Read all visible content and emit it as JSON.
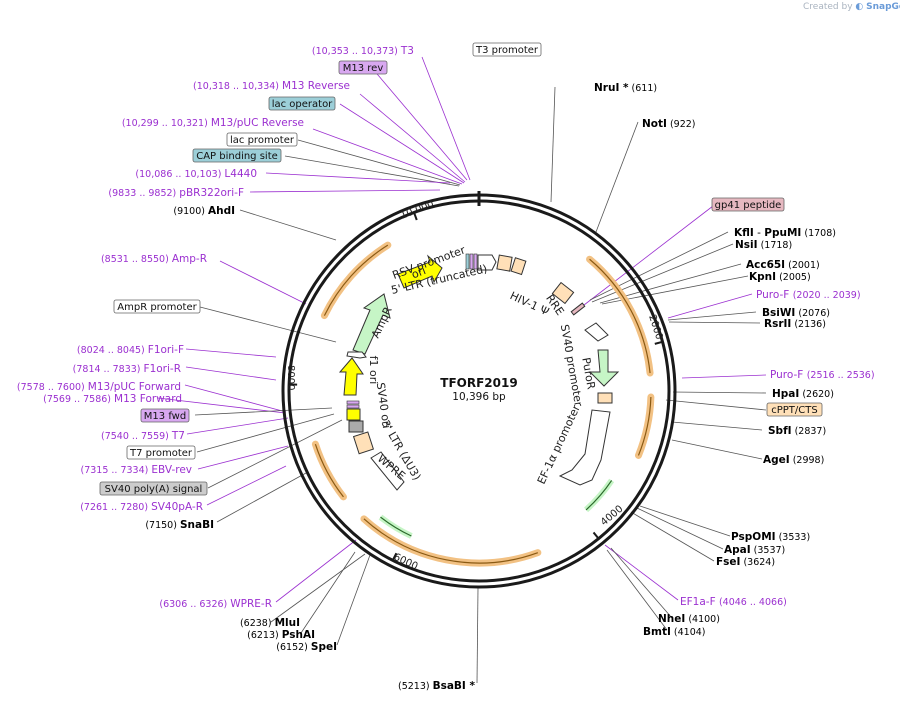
{
  "credit": {
    "prefix": "Created by",
    "brand": "SnapGene"
  },
  "plasmid": {
    "name": "TFORF2019",
    "size": "10,396 bp"
  },
  "ruler": [
    "2000",
    "4000",
    "6000",
    "8000",
    "10,000"
  ],
  "features": {
    "rsv_promoter": "RSV promoter",
    "ltr5": "5' LTR (truncated)",
    "hiv_psi": "HIV-1 Ψ",
    "rre": "RRE",
    "puror": "PuroR",
    "sv40_promoter": "SV40 promoter",
    "ef1a_promoter": "EF-1α promoter",
    "wpre": "WPRE",
    "ltr3": "3' LTR (ΔU3)",
    "sv40_ori": "SV40 ori",
    "f1_ori": "f1 ori",
    "ampr": "AmpR",
    "ori": "ori"
  },
  "sites_right": [
    {
      "name": "NruI *",
      "pos": "(611)"
    },
    {
      "name": "NotI",
      "pos": "(922)"
    },
    {
      "name": "KflI",
      "sep": " - ",
      "name2": "PpuMI",
      "pos": "(1708)"
    },
    {
      "name": "NsiI",
      "pos": "(1718)"
    },
    {
      "name": "Acc65I",
      "pos": "(2001)"
    },
    {
      "name": "KpnI",
      "pos": "(2005)"
    },
    {
      "name": "BsiWI",
      "pos": "(2076)"
    },
    {
      "name": "RsrII",
      "pos": "(2136)"
    },
    {
      "name": "HpaI",
      "pos": "(2620)"
    },
    {
      "name": "SbfI",
      "pos": "(2837)"
    },
    {
      "name": "AgeI",
      "pos": "(2998)"
    },
    {
      "name": "PspOMI",
      "pos": "(3533)"
    },
    {
      "name": "ApaI",
      "pos": "(3537)"
    },
    {
      "name": "FseI",
      "pos": "(3624)"
    },
    {
      "name": "NheI",
      "pos": "(4100)"
    },
    {
      "name": "BmtI",
      "pos": "(4104)"
    }
  ],
  "sites_left": [
    {
      "name": "AhdI",
      "pos": "(9100)"
    },
    {
      "name": "SnaBI",
      "pos": "(7150)"
    },
    {
      "name": "MluI",
      "pos": "(6238)"
    },
    {
      "name": "PshAI",
      "pos": "(6213)"
    },
    {
      "name": "SpeI",
      "pos": "(6152)"
    },
    {
      "name": "BsaBI *",
      "pos": "(5213)"
    }
  ],
  "primers": [
    {
      "name": "T3",
      "pos": "(10,353 .. 10,373)"
    },
    {
      "name": "M13 Reverse",
      "pos": "(10,318 .. 10,334)"
    },
    {
      "name": "M13/pUC Reverse",
      "pos": "(10,299 .. 10,321)"
    },
    {
      "name": "L4440",
      "pos": "(10,086 .. 10,103)"
    },
    {
      "name": "pBR322ori-F",
      "pos": "(9833 .. 9852)"
    },
    {
      "name": "Amp-R",
      "pos": "(8531 .. 8550)"
    },
    {
      "name": "F1ori-F",
      "pos": "(8024 .. 8045)"
    },
    {
      "name": "F1ori-R",
      "pos": "(7814 .. 7833)"
    },
    {
      "name": "M13/pUC Forward",
      "pos": "(7578 .. 7600)"
    },
    {
      "name": "M13 Forward",
      "pos": "(7569 .. 7586)"
    },
    {
      "name": "T7",
      "pos": "(7540 .. 7559)"
    },
    {
      "name": "EBV-rev",
      "pos": "(7315 .. 7334)"
    },
    {
      "name": "SV40pA-R",
      "pos": "(7261 .. 7280)"
    },
    {
      "name": "WPRE-R",
      "pos": "(6306 .. 6326)"
    },
    {
      "name": "Puro-F",
      "pos": "(2020 .. 2039)"
    },
    {
      "name": "Puro-F",
      "pos": "(2516 .. 2536)"
    },
    {
      "name": "EF1a-F",
      "pos": "(4046 .. 4066)"
    }
  ],
  "boxes": {
    "t3_promoter": "T3 promoter",
    "m13_rev": "M13 rev",
    "lac_operator": "lac operator",
    "lac_promoter": "lac promoter",
    "cap_site": "CAP binding site",
    "gp41": "gp41 peptide",
    "cppt": "cPPT/CTS",
    "ampr_promoter": "AmpR promoter",
    "m13_fwd": "M13 fwd",
    "t7_promoter": "T7 promoter",
    "sv40_polya": "SV40 poly(A) signal"
  },
  "colors": {
    "primer": "#9b30d0",
    "site": "#000000",
    "backbone": "#1a1a1a",
    "leader": "#555555",
    "orange_feature": "#f2c183",
    "green_feature": "#c6f5c6",
    "ori_yellow": "#ffff00",
    "purple_box": "#d8a8f0",
    "blue_box": "#9ccfd8",
    "pink_box": "#e6b8c0",
    "peach_box": "#ffe0b8",
    "gray_box": "#cccccc"
  }
}
